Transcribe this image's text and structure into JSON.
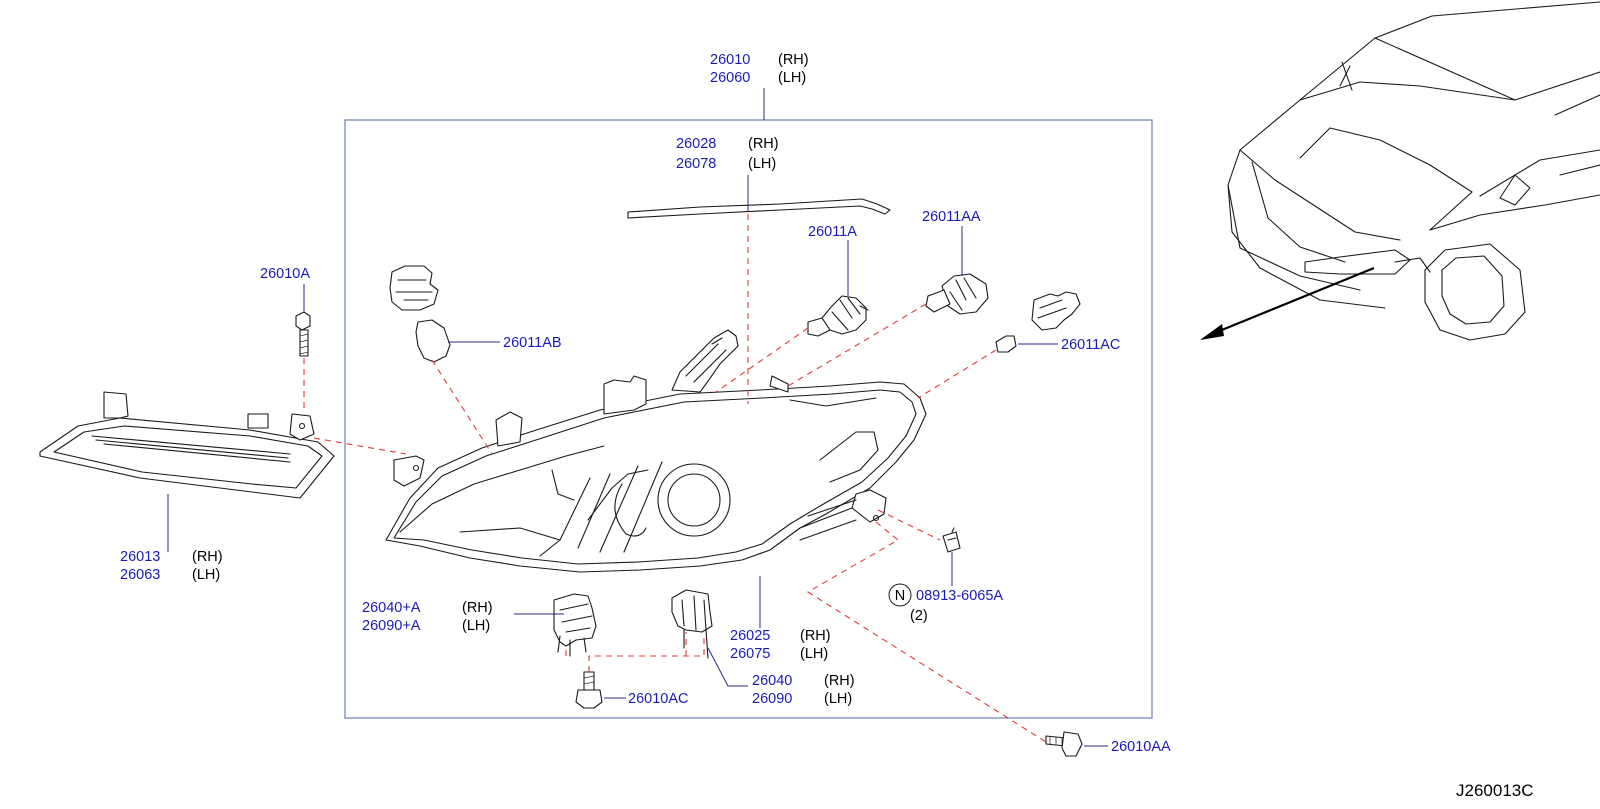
{
  "diagram": {
    "drawing_code": "J260013C",
    "callouts": [
      {
        "id": "headlamp-assy",
        "part_numbers": [
          "26010",
          "26060"
        ],
        "sides": [
          "(RH)",
          "(LH)"
        ]
      },
      {
        "id": "seal",
        "part_numbers": [
          "26028",
          "26078"
        ],
        "sides": [
          "(RH)",
          "(LH)"
        ]
      },
      {
        "id": "bulb-a",
        "part_numbers": [
          "26011A"
        ]
      },
      {
        "id": "bulb-aa",
        "part_numbers": [
          "26011AA"
        ]
      },
      {
        "id": "bolt-a",
        "part_numbers": [
          "26010A"
        ]
      },
      {
        "id": "bulb-ab",
        "part_numbers": [
          "26011AB"
        ]
      },
      {
        "id": "bulb-ac",
        "part_numbers": [
          "26011AC"
        ]
      },
      {
        "id": "side-lamp",
        "part_numbers": [
          "26013",
          "26063"
        ],
        "sides": [
          "(RH)",
          "(LH)"
        ]
      },
      {
        "id": "bracket-a",
        "part_numbers": [
          "26040+A",
          "26090+A"
        ],
        "sides": [
          "(RH)",
          "(LH)"
        ]
      },
      {
        "id": "lens-housing",
        "part_numbers": [
          "26025",
          "26075"
        ],
        "sides": [
          "(RH)",
          "(LH)"
        ]
      },
      {
        "id": "nut",
        "symbol": "N",
        "part_numbers": [
          "08913-6065A"
        ],
        "quantity": "(2)"
      },
      {
        "id": "bracket",
        "part_numbers": [
          "26040",
          "26090"
        ],
        "sides": [
          "(RH)",
          "(LH)"
        ]
      },
      {
        "id": "bolt-ac",
        "part_numbers": [
          "26010AC"
        ]
      },
      {
        "id": "bolt-aa",
        "part_numbers": [
          "26010AA"
        ]
      }
    ]
  }
}
